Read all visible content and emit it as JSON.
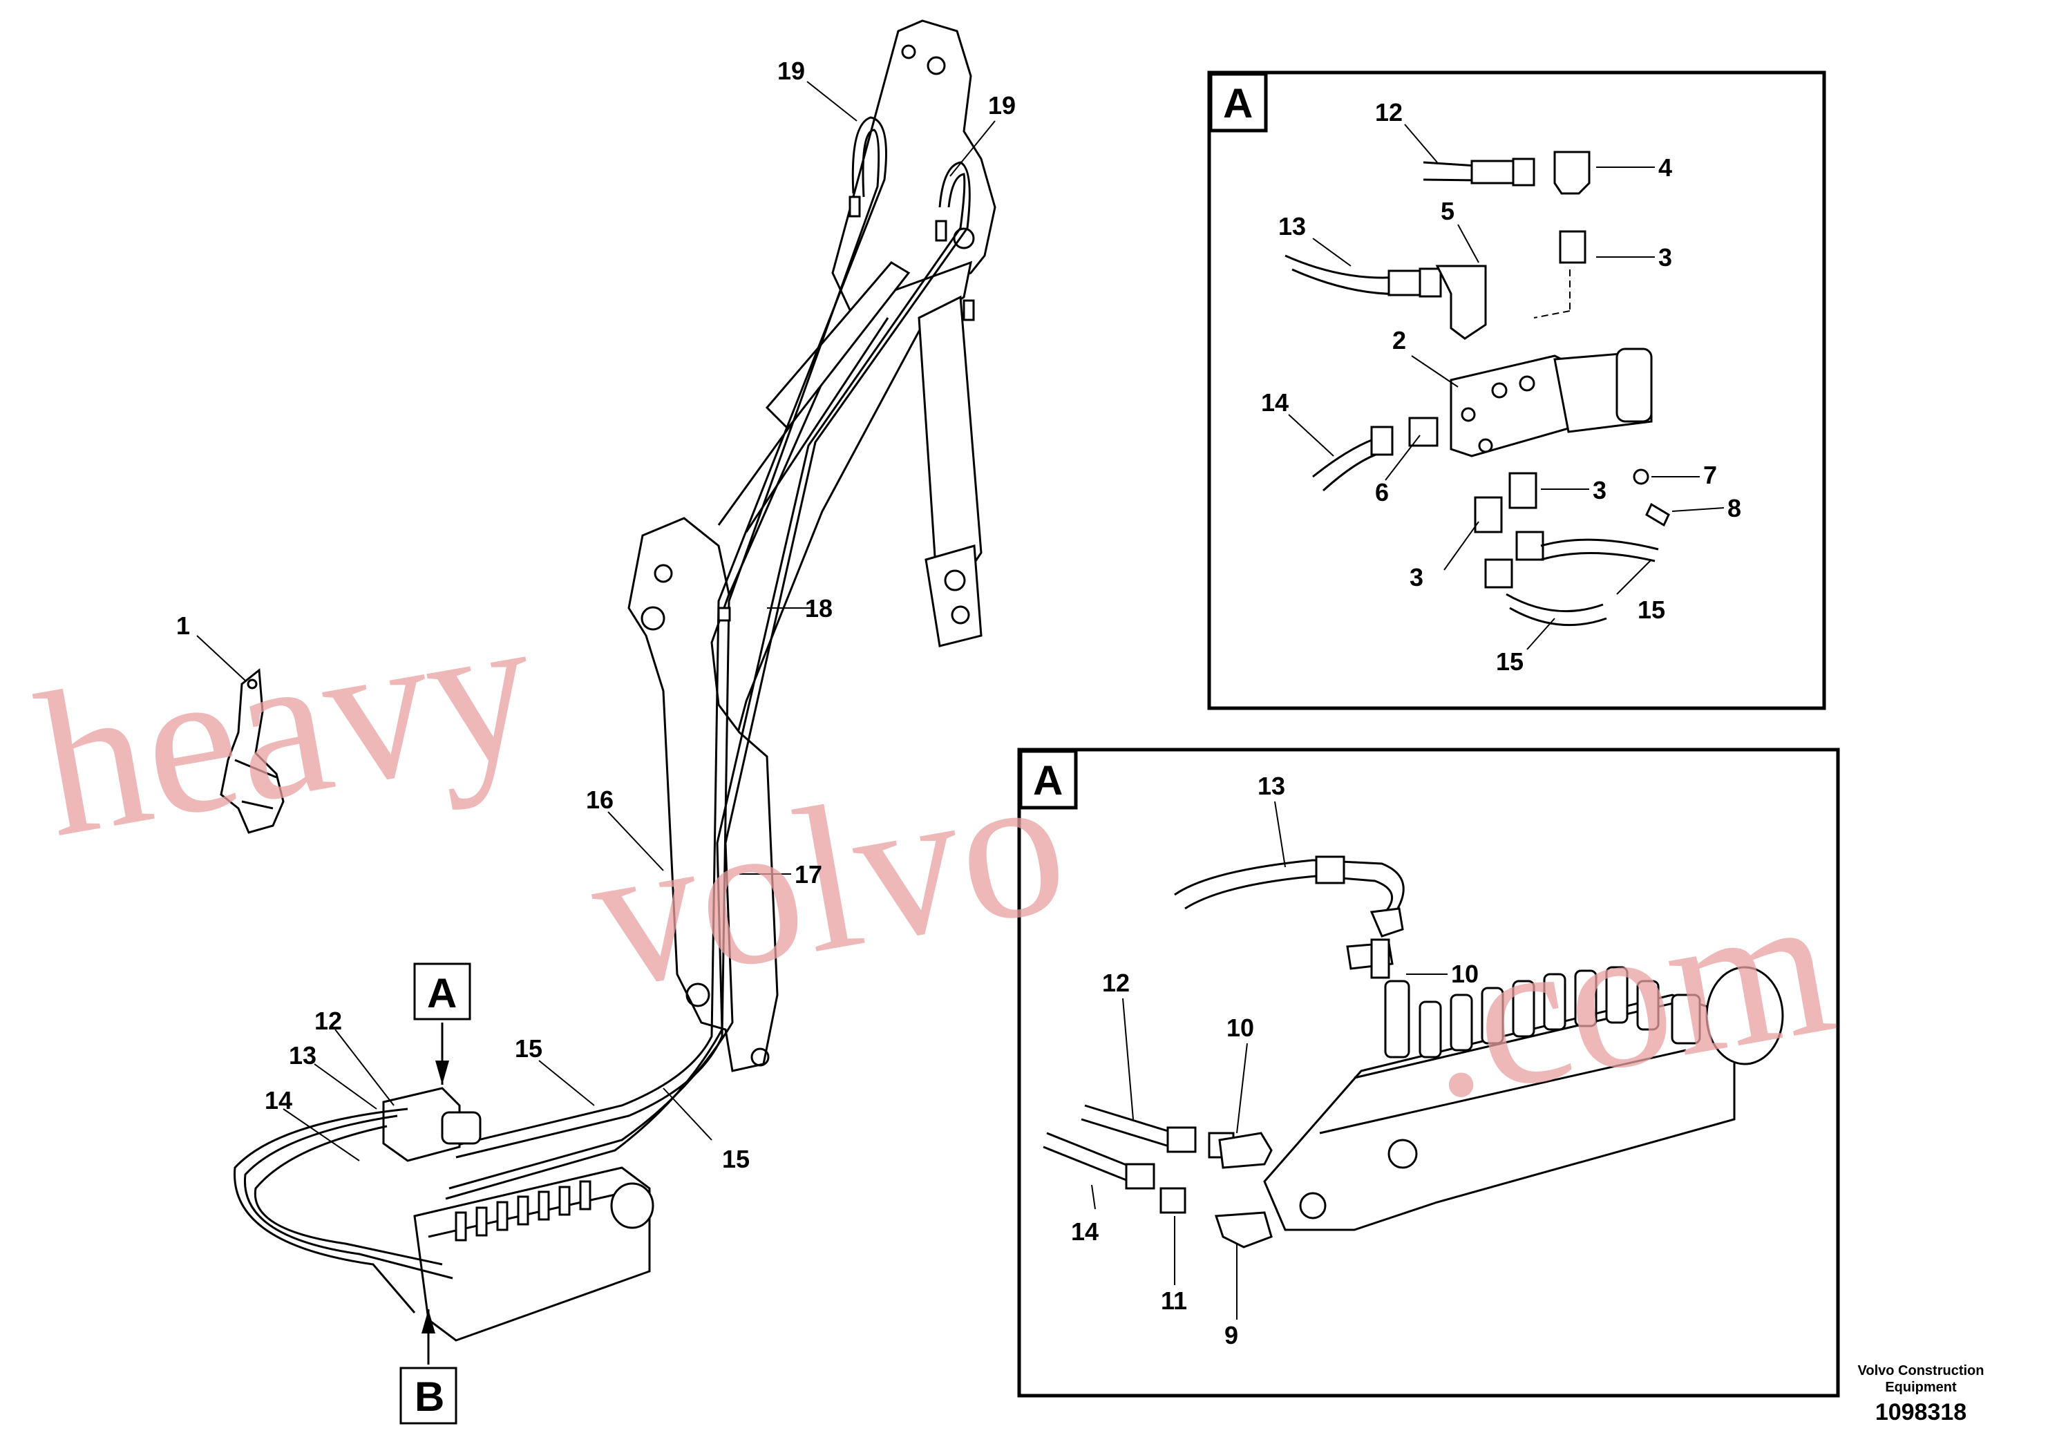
{
  "labels": {
    "boom": {
      "n19a": "19",
      "n19b": "19",
      "n18": "18",
      "n16": "16",
      "n17": "17",
      "n1": "1",
      "n15a": "15",
      "n15b": "15",
      "n12": "12",
      "n13": "13",
      "n14": "14"
    },
    "detailA1": {
      "n12": "12",
      "n4": "4",
      "n5": "5",
      "n13": "13",
      "n3a": "3",
      "n2": "2",
      "n14": "14",
      "n6": "6",
      "n7": "7",
      "n3b": "3",
      "n8": "8",
      "n3c": "3",
      "n15a": "15",
      "n15b": "15"
    },
    "detailA2": {
      "n13": "13",
      "n12": "12",
      "n10a": "10",
      "n10b": "10",
      "n14": "14",
      "n11": "11",
      "n9": "9"
    }
  },
  "view_markers": {
    "a_main": "A",
    "b_main": "B",
    "a_box1": "A",
    "a_box2": "A"
  },
  "watermark": {
    "part1": "heavy",
    "part2": "volvo",
    "part3": ".com"
  },
  "footer": {
    "line1": "Volvo Construction",
    "line2": "Equipment",
    "code": "1098318"
  },
  "colors": {
    "watermark": "#e9a0a0",
    "ink": "#000000"
  }
}
